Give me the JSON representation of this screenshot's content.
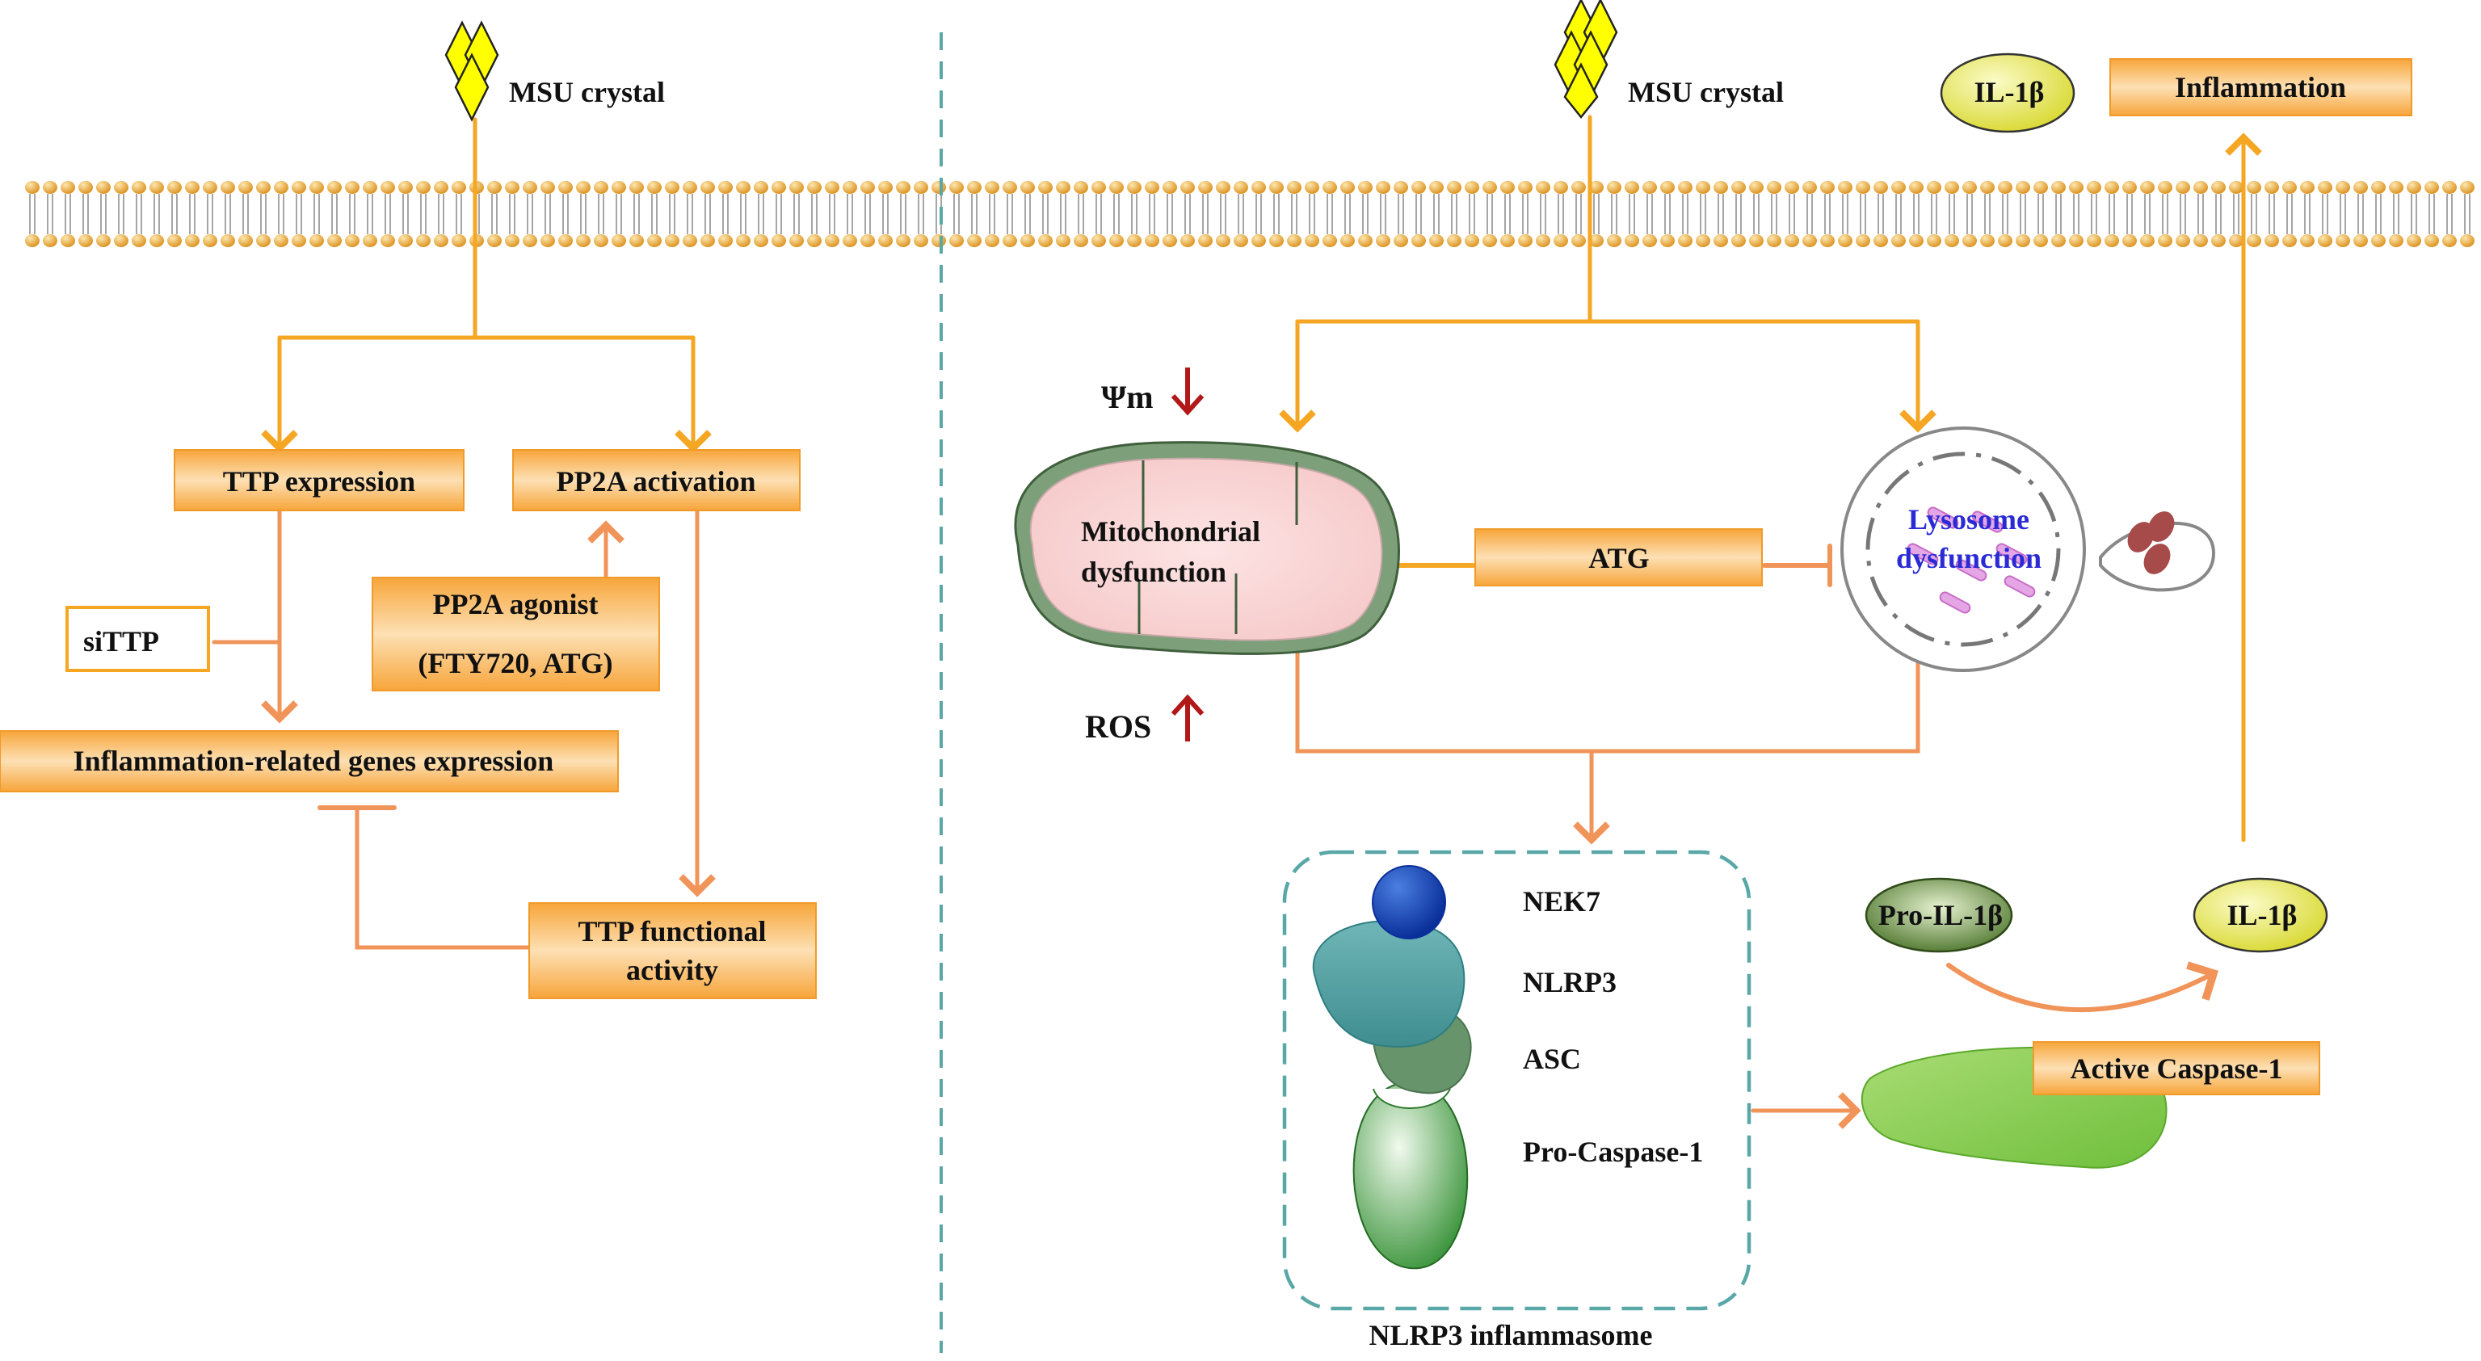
{
  "left_panel": {
    "msu_label": "MSU crystal",
    "ttp_expression": "TTP expression",
    "pp2a_activation": "PP2A activation",
    "sittp": "siTTP",
    "pp2a_agonist_line1": "PP2A agonist",
    "pp2a_agonist_line2": "(FTY720, ATG)",
    "inflammation_genes": "Inflammation-related genes expression",
    "ttp_functional_line1": "TTP  functional",
    "ttp_functional_line2": "activity"
  },
  "right_panel": {
    "msu_label": "MSU crystal",
    "il1b_top": "IL-1β",
    "inflammation": "Inflammation",
    "psi_m": "Ψm",
    "ros": "ROS",
    "mito_line1": "Mitochondrial",
    "mito_line2": "dysfunction",
    "atg": "ATG",
    "lyso_line1": "Lysosome",
    "lyso_line2": "dysfunction",
    "nek7": "NEK7",
    "nlrp3": "NLRP3",
    "asc": "ASC",
    "pro_caspase": "Pro-Caspase-1",
    "inflammasome": "NLRP3 inflammasome",
    "pro_il1b": "Pro-IL-1β",
    "il1b_mid": "IL-1β",
    "active_caspase": "Active Caspase-1"
  },
  "colors": {
    "arrow_orange": "#f5a623",
    "arrow_salmon": "#f0945a",
    "box_orange": "#f6a53a",
    "dashed_teal": "#5aa7a8",
    "red_arrow": "#b21818",
    "lyso_text": "#2b2bd6"
  }
}
